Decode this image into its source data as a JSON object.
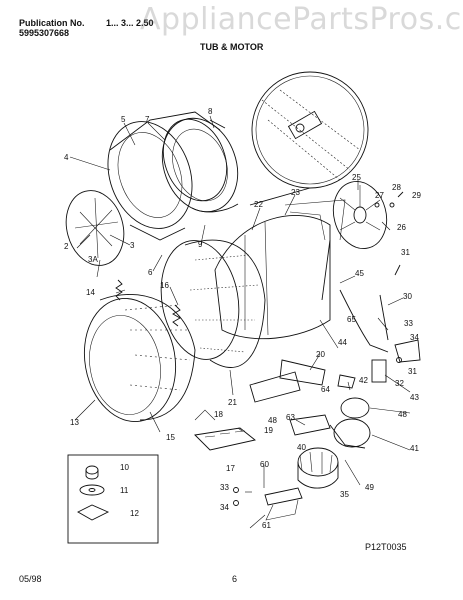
{
  "header": {
    "publication_label": "Publication No.",
    "publication_no": "5995307668",
    "model": "1... 3... 2.50",
    "title": "TUB & MOTOR"
  },
  "watermark": "AppliancePartsPros.com",
  "footer": {
    "date": "05/98",
    "page": "6",
    "diagram_code": "P12T0035"
  },
  "part_labels": [
    "2",
    "3",
    "3A",
    "4",
    "5",
    "6",
    "7",
    "8",
    "9",
    "10",
    "11",
    "12",
    "13",
    "14",
    "15",
    "16",
    "17",
    "18",
    "19",
    "20",
    "21",
    "22",
    "23",
    "25",
    "26",
    "27",
    "28",
    "29",
    "30",
    "31",
    "32",
    "33",
    "34",
    "35",
    "40",
    "41",
    "42",
    "43",
    "44",
    "45",
    "48",
    "49",
    "60",
    "61",
    "63",
    "64",
    "65"
  ]
}
